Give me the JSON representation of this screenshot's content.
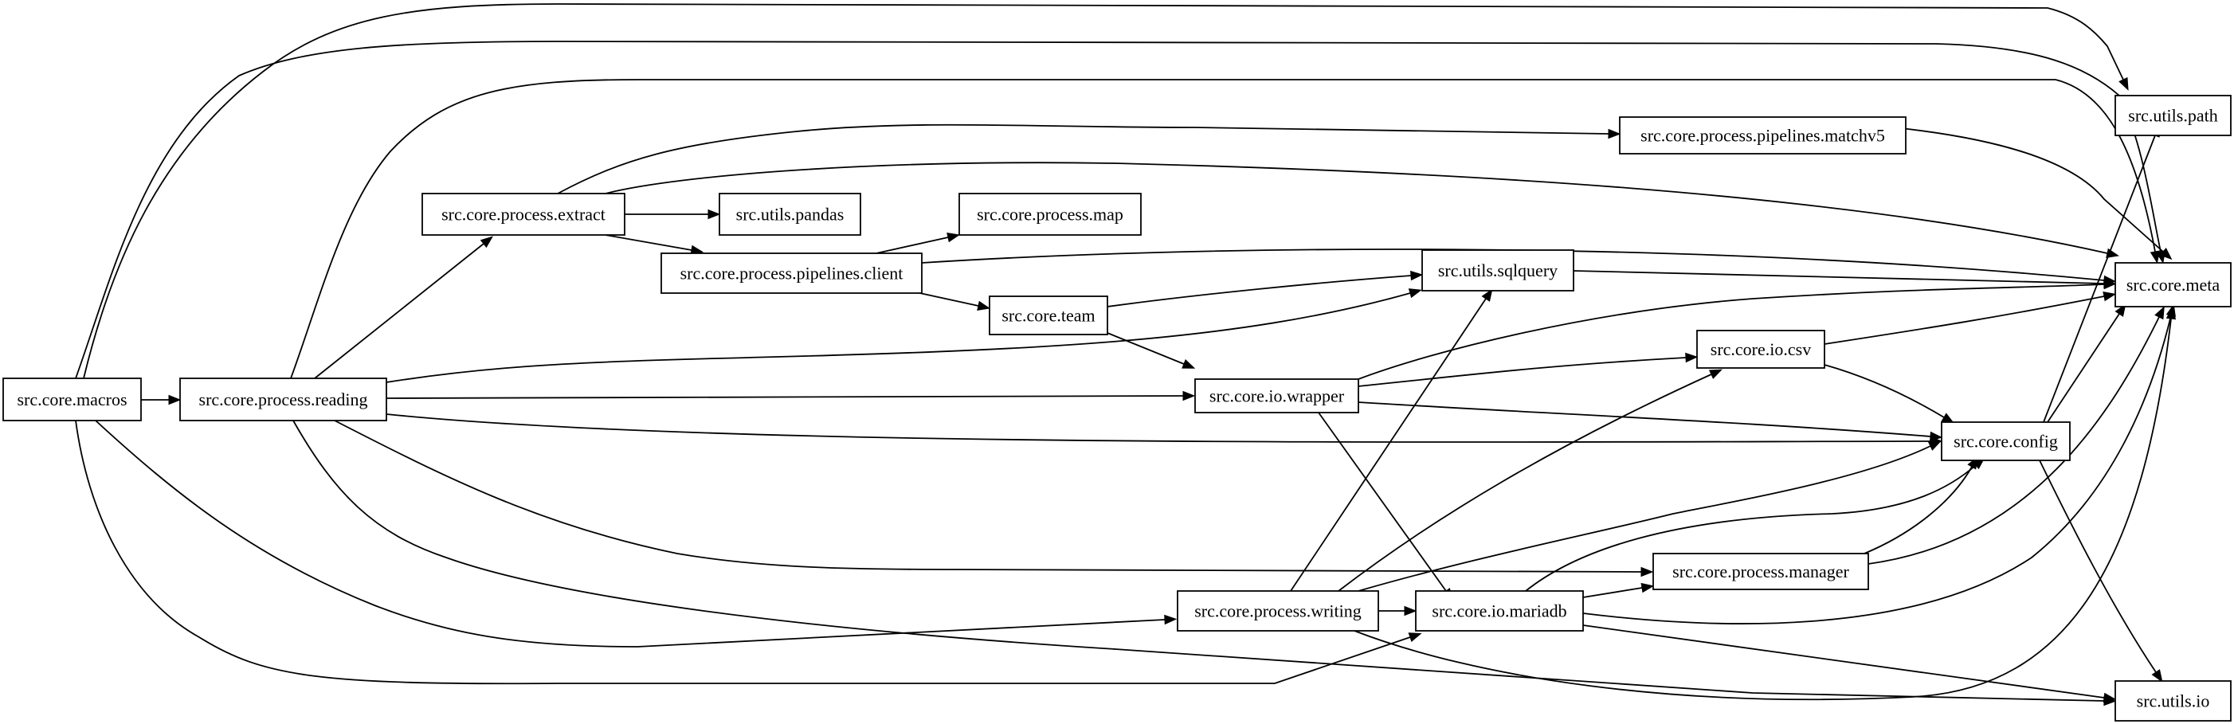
{
  "graph": {
    "nodes": [
      {
        "id": "macros",
        "label": "src.core.macros"
      },
      {
        "id": "reading",
        "label": "src.core.process.reading"
      },
      {
        "id": "extract",
        "label": "src.core.process.extract"
      },
      {
        "id": "pandas",
        "label": "src.utils.pandas"
      },
      {
        "id": "map",
        "label": "src.core.process.map"
      },
      {
        "id": "client",
        "label": "src.core.process.pipelines.client"
      },
      {
        "id": "team",
        "label": "src.core.team"
      },
      {
        "id": "sqlquery",
        "label": "src.utils.sqlquery"
      },
      {
        "id": "wrapper",
        "label": "src.core.io.wrapper"
      },
      {
        "id": "csv",
        "label": "src.core.io.csv"
      },
      {
        "id": "matchv5",
        "label": "src.core.process.pipelines.matchv5"
      },
      {
        "id": "path",
        "label": "src.utils.path"
      },
      {
        "id": "meta",
        "label": "src.core.meta"
      },
      {
        "id": "config",
        "label": "src.core.config"
      },
      {
        "id": "manager",
        "label": "src.core.process.manager"
      },
      {
        "id": "writing",
        "label": "src.core.process.writing"
      },
      {
        "id": "mariadb",
        "label": "src.core.io.mariadb"
      },
      {
        "id": "io",
        "label": "src.utils.io"
      }
    ],
    "edges": [
      {
        "from": "macros",
        "to": "reading"
      },
      {
        "from": "macros",
        "to": "path"
      },
      {
        "from": "macros",
        "to": "meta"
      },
      {
        "from": "macros",
        "to": "writing"
      },
      {
        "from": "macros",
        "to": "mariadb"
      },
      {
        "from": "reading",
        "to": "extract"
      },
      {
        "from": "reading",
        "to": "meta"
      },
      {
        "from": "reading",
        "to": "sqlquery"
      },
      {
        "from": "reading",
        "to": "wrapper"
      },
      {
        "from": "reading",
        "to": "config"
      },
      {
        "from": "reading",
        "to": "manager"
      },
      {
        "from": "reading",
        "to": "io"
      },
      {
        "from": "extract",
        "to": "pandas"
      },
      {
        "from": "extract",
        "to": "client"
      },
      {
        "from": "extract",
        "to": "matchv5"
      },
      {
        "from": "extract",
        "to": "meta"
      },
      {
        "from": "client",
        "to": "map"
      },
      {
        "from": "client",
        "to": "team"
      },
      {
        "from": "client",
        "to": "meta"
      },
      {
        "from": "team",
        "to": "sqlquery"
      },
      {
        "from": "team",
        "to": "wrapper"
      },
      {
        "from": "sqlquery",
        "to": "meta"
      },
      {
        "from": "matchv5",
        "to": "meta"
      },
      {
        "from": "wrapper",
        "to": "meta"
      },
      {
        "from": "wrapper",
        "to": "csv"
      },
      {
        "from": "wrapper",
        "to": "config"
      },
      {
        "from": "wrapper",
        "to": "mariadb"
      },
      {
        "from": "csv",
        "to": "meta"
      },
      {
        "from": "csv",
        "to": "config"
      },
      {
        "from": "config",
        "to": "path"
      },
      {
        "from": "config",
        "to": "meta"
      },
      {
        "from": "config",
        "to": "io"
      },
      {
        "from": "writing",
        "to": "sqlquery"
      },
      {
        "from": "writing",
        "to": "csv"
      },
      {
        "from": "writing",
        "to": "config"
      },
      {
        "from": "writing",
        "to": "mariadb"
      },
      {
        "from": "writing",
        "to": "meta"
      },
      {
        "from": "mariadb",
        "to": "config"
      },
      {
        "from": "mariadb",
        "to": "manager"
      },
      {
        "from": "mariadb",
        "to": "meta"
      },
      {
        "from": "mariadb",
        "to": "io"
      },
      {
        "from": "manager",
        "to": "config"
      },
      {
        "from": "manager",
        "to": "meta"
      }
    ]
  }
}
